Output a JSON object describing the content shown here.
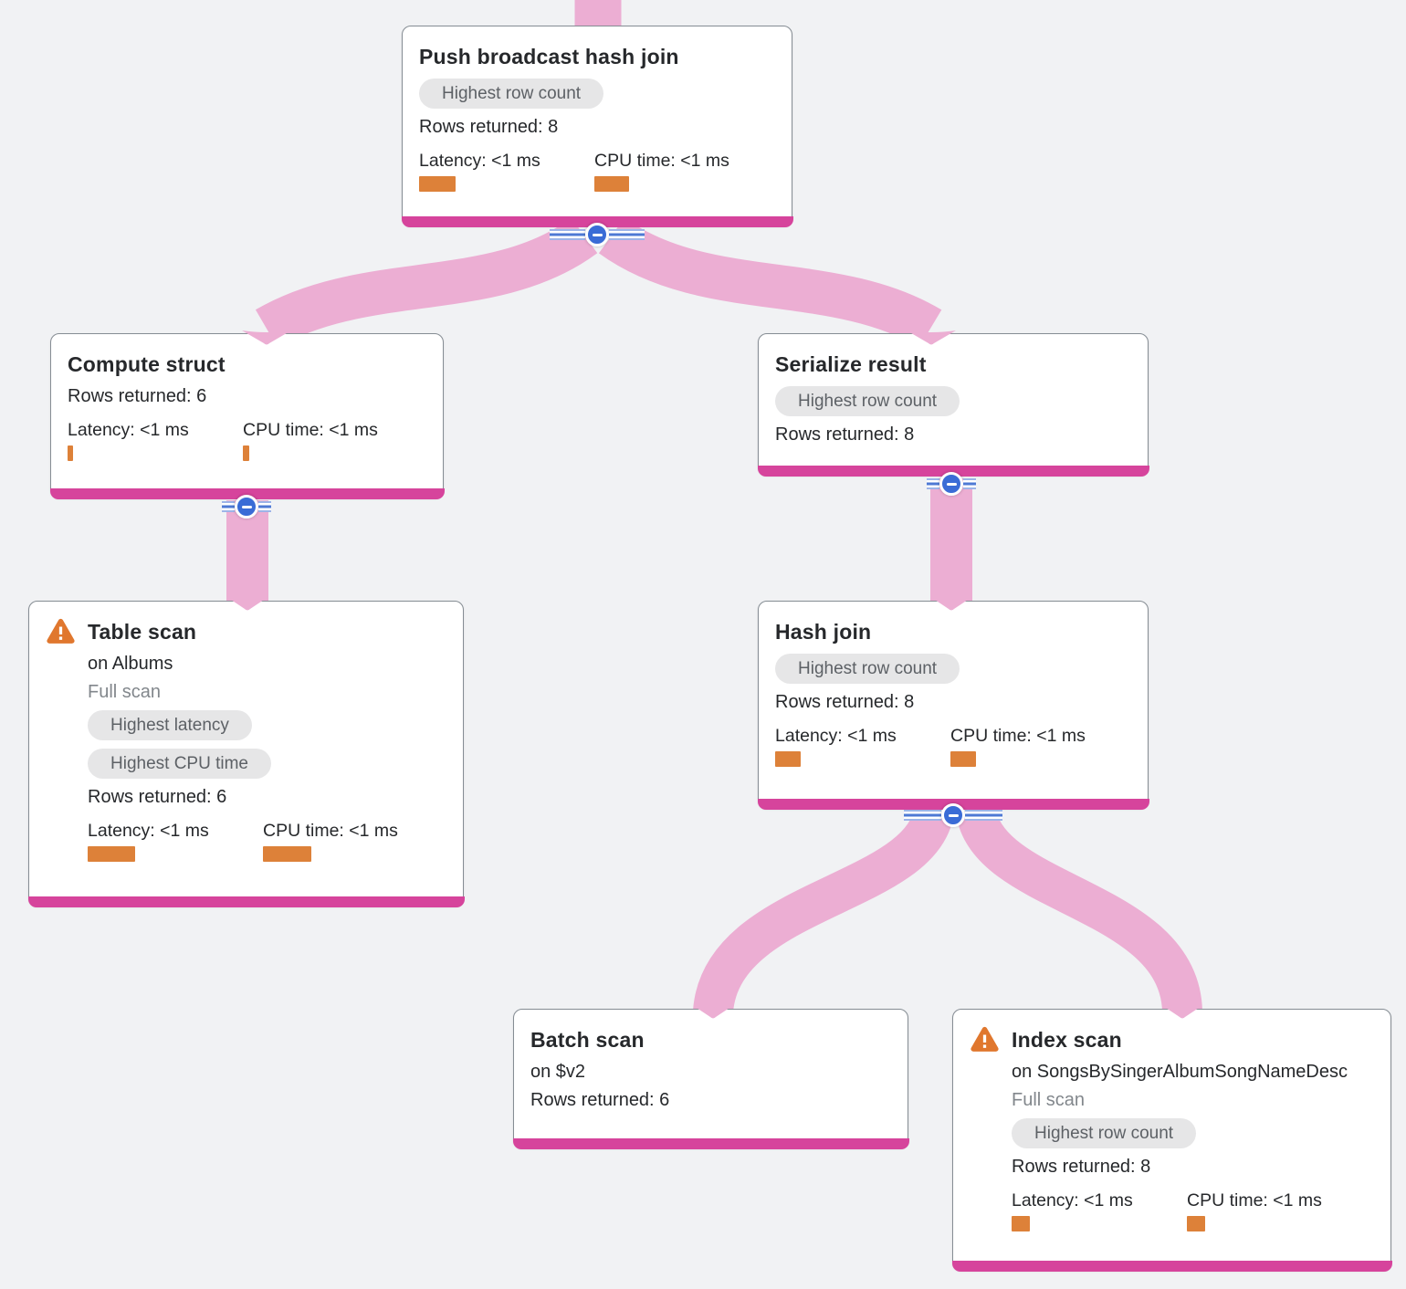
{
  "diagram": {
    "kind": "query-execution-plan-tree",
    "background": "#f1f2f4"
  },
  "colors": {
    "edge_pink": "#ecaed3",
    "node_bottom_bar": "#d6449c",
    "metric_bar_orange": "#dd8139",
    "badge_bg": "#e6e6e7",
    "badge_text": "#5d6166",
    "warning_orange": "#e0772e",
    "collapse_blue": "#3a6cd6",
    "node_border": "#868d94"
  },
  "icons": {
    "warning": "warning-triangle-icon",
    "collapse": "collapse-minus-icon"
  },
  "nodes": [
    {
      "id": "push-broadcast-hash-join",
      "title": "Push broadcast hash join",
      "badges": [
        "Highest row count"
      ],
      "rows_returned": "Rows returned: 8",
      "metrics": {
        "latency_label": "Latency: <1 ms",
        "cpu_label": "CPU time: <1 ms"
      }
    },
    {
      "id": "compute-struct",
      "title": "Compute struct",
      "rows_returned": "Rows returned: 6",
      "metrics": {
        "latency_label": "Latency: <1 ms",
        "cpu_label": "CPU time: <1 ms"
      }
    },
    {
      "id": "serialize-result",
      "title": "Serialize result",
      "badges": [
        "Highest row count"
      ],
      "rows_returned": "Rows returned: 8"
    },
    {
      "id": "table-scan",
      "title": "Table scan",
      "subtitle": "on Albums",
      "scan_type": "Full scan",
      "badges": [
        "Highest latency",
        "Highest CPU time"
      ],
      "rows_returned": "Rows returned: 6",
      "metrics": {
        "latency_label": "Latency: <1 ms",
        "cpu_label": "CPU time: <1 ms"
      }
    },
    {
      "id": "hash-join",
      "title": "Hash join",
      "badges": [
        "Highest row count"
      ],
      "rows_returned": "Rows returned: 8",
      "metrics": {
        "latency_label": "Latency: <1 ms",
        "cpu_label": "CPU time: <1 ms"
      }
    },
    {
      "id": "batch-scan",
      "title": "Batch scan",
      "subtitle": "on $v2",
      "rows_returned": "Rows returned: 6"
    },
    {
      "id": "index-scan",
      "title": "Index scan",
      "subtitle": "on SongsBySingerAlbumSongNameDesc",
      "scan_type": "Full scan",
      "badges": [
        "Highest row count"
      ],
      "rows_returned": "Rows returned: 8",
      "metrics": {
        "latency_label": "Latency: <1 ms",
        "cpu_label": "CPU time: <1 ms"
      }
    }
  ],
  "edges": [
    {
      "from": "parent-offscreen",
      "to": "push-broadcast-hash-join"
    },
    {
      "from": "push-broadcast-hash-join",
      "to": "compute-struct"
    },
    {
      "from": "push-broadcast-hash-join",
      "to": "serialize-result"
    },
    {
      "from": "compute-struct",
      "to": "table-scan"
    },
    {
      "from": "serialize-result",
      "to": "hash-join"
    },
    {
      "from": "hash-join",
      "to": "batch-scan"
    },
    {
      "from": "hash-join",
      "to": "index-scan"
    }
  ]
}
